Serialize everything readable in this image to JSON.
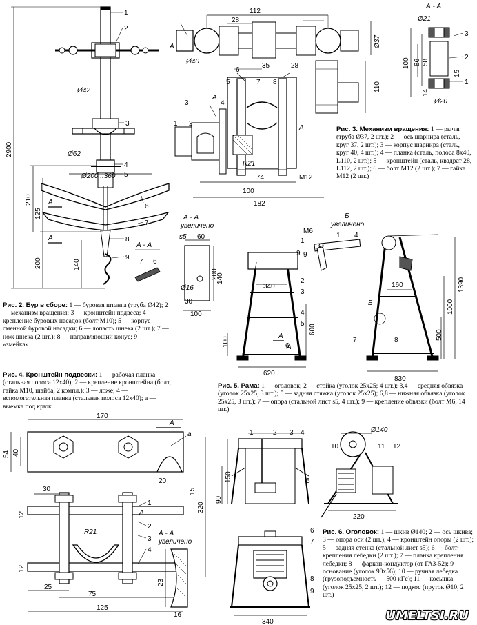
{
  "fig2": {
    "title": "Рис. 2. Бур в сборе:",
    "body": "1 — буровая штанга (труба Ø42); 2 — механизм вращения; 3 — кронштейн подвеса; 4 — крепление буровых насадок (болт М10); 5 — корпус сменной буровой насадки; 6 — лопасть шнека (2 шт.); 7 — нож шнека (2 шт.); 8 — направляющий конус; 9 — «змейка»",
    "dims": [
      "2900",
      "Ø42",
      "Ø62",
      "Ø200...360",
      "210",
      "125",
      "200",
      "140"
    ],
    "callouts": [
      "1",
      "2",
      "3",
      "4",
      "5",
      "6",
      "7",
      "8",
      "9"
    ],
    "section": "А - А",
    "sec_labels": [
      "7",
      "6"
    ],
    "a_marks": [
      "А",
      "А"
    ]
  },
  "fig3": {
    "title": "Рис. 3. Механизм вращения:",
    "body": "1 — рычаг (труба Ø37, 2 шт.); 2 — ось шарнира (сталь, круг 37, 2 шт.); 3 — корпус шарнира (сталь, круг 40, 4 шт.); 4 — планка (сталь, полоса 8х40, L110, 2 шт.); 5 — кронштейн (сталь, квадрат 28, L112, 2 шт.); 6 — болт М12 (2 шт.); 7 — гайка М12 (2 шт.)",
    "dims": [
      "112",
      "28",
      "Ø37",
      "Ø40",
      "35",
      "28",
      "110",
      "R21",
      "74",
      "100",
      "182",
      "М12"
    ],
    "callouts": [
      "1",
      "2",
      "3",
      "4",
      "5",
      "6",
      "7",
      "8"
    ],
    "a_marks": [
      "А",
      "А",
      "А"
    ],
    "section": "А - А",
    "sec_dims": [
      "Ø21",
      "100",
      "86",
      "58",
      "14",
      "15",
      "Ø20"
    ],
    "sec_callouts": [
      "3",
      "2",
      "1"
    ]
  },
  "fig4": {
    "title": "Рис. 4. Кронштейн подвески:",
    "body": "1 — рабочая планка (стальная полоса 12х40); 2 — крепление кронштейна (болт, гайка М10, шайба, 2 компл.); 3 — ложе; 4 — вспомогательная планка (стальная полоса 12х40); а — выемка под крюк",
    "dims": [
      "170",
      "54",
      "40",
      "20",
      "15",
      "30",
      "R21",
      "12",
      "25",
      "75",
      "125",
      "23",
      "16",
      "320",
      "12"
    ],
    "callouts": [
      "1",
      "2",
      "3",
      "4"
    ],
    "a_label": "а",
    "a_marks": [
      "А",
      "А"
    ],
    "section": "А - А",
    "sec_sub": "увеличено"
  },
  "fig5": {
    "title": "Рис. 5. Рама:",
    "body": "1 — оголовок; 2 — стойка (уголок 25х25; 4 шт.); 3,4 — средняя обвязка (уголок 25х25, 3 шт.); 5 — задняя стяжка (уголок 25х25); 6,8 — нижняя обвязка (уголок 25х25, 3 шт.); 7 — опора (стальной лист s5, 4 шт.); 9 — крепление обвязки (болт М6, 14 шт.)",
    "dims": [
      "340",
      "600",
      "100",
      "620",
      "160",
      "1390",
      "1000",
      "500",
      "830"
    ],
    "callouts": [
      "1",
      "2",
      "3",
      "4",
      "5",
      "6",
      "7",
      "8",
      "9"
    ],
    "a_marks": [
      "А",
      "А"
    ],
    "b_mark": "Б",
    "detail_b": "Б",
    "detail_b_sub": "увеличено",
    "detail_b_bolt": "М6",
    "detail_b_callouts": [
      "9",
      "1",
      "4"
    ],
    "section": "А - А",
    "sec_sub": "увеличено",
    "sec_dims": [
      "s5",
      "60",
      "140",
      "200",
      "Ø16",
      "30",
      "100"
    ]
  },
  "fig6": {
    "title": "Рис. 6. Оголовок:",
    "body": "1 — шкив Ø140; 2 — ось шкива; 3 — опора оси (2 шт.); 4 — кронштейн опоры (2 шт.); 5 — задняя стенка (стальной лист s5); 6 — болт крепления лебедки (2 шт.); 7 — планка крепления лебедки; 8 — фаркоп-кондуктор (от ГАЗ-52); 9 — основание (уголок 90х56); 10 — ручная лебедка (грузоподъемность — 500 кГс); 11 — косынка (уголок 25х25, 2 шт.); 12 — подкос (пруток Ø10, 2 шт.)",
    "dims": [
      "150",
      "90",
      "Ø140",
      "220",
      "340"
    ],
    "callouts": [
      "1",
      "2",
      "3",
      "4",
      "5",
      "6",
      "7",
      "8",
      "9",
      "10",
      "11",
      "12"
    ]
  },
  "watermark": "UMELTSI.RU"
}
